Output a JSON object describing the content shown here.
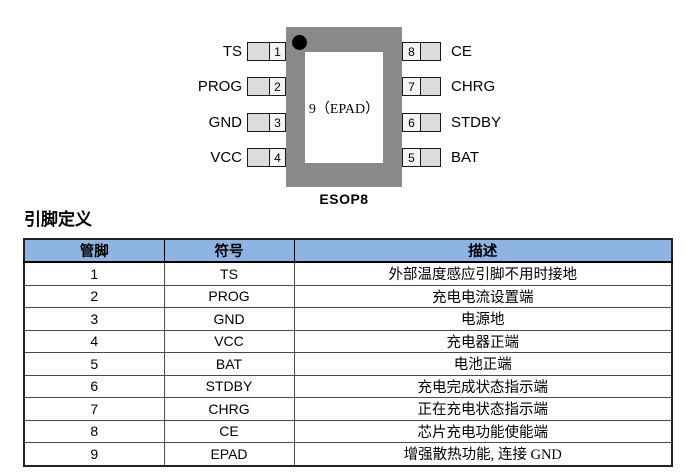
{
  "section_title": "引脚定义",
  "diagram": {
    "package_label": "ESOP8",
    "epad_label": "9（EPAD）",
    "left_pins": [
      {
        "number": "1",
        "name": "TS"
      },
      {
        "number": "2",
        "name": "PROG"
      },
      {
        "number": "3",
        "name": "GND"
      },
      {
        "number": "4",
        "name": "VCC"
      }
    ],
    "right_pins": [
      {
        "number": "8",
        "name": "CE"
      },
      {
        "number": "7",
        "name": "CHRG"
      },
      {
        "number": "6",
        "name": "STDBY"
      },
      {
        "number": "5",
        "name": "BAT"
      }
    ]
  },
  "table": {
    "headers": [
      "管脚",
      "符号",
      "描述"
    ],
    "rows": [
      [
        "1",
        "TS",
        "外部温度感应引脚不用时接地"
      ],
      [
        "2",
        "PROG",
        "充电电流设置端"
      ],
      [
        "3",
        "GND",
        "电源地"
      ],
      [
        "4",
        "VCC",
        "充电器正端"
      ],
      [
        "5",
        "BAT",
        "电池正端"
      ],
      [
        "6",
        "STDBY",
        "充电完成状态指示端"
      ],
      [
        "7",
        "CHRG",
        "正在充电状态指示端"
      ],
      [
        "8",
        "CE",
        "芯片充电功能使能端"
      ],
      [
        "9",
        "EPAD",
        "增强散热功能, 连接 GND"
      ]
    ]
  },
  "colors": {
    "header_bg": "#8DB4E2",
    "chip_body": "#8A8A8A",
    "pin_lead": "#DCDCDC"
  }
}
